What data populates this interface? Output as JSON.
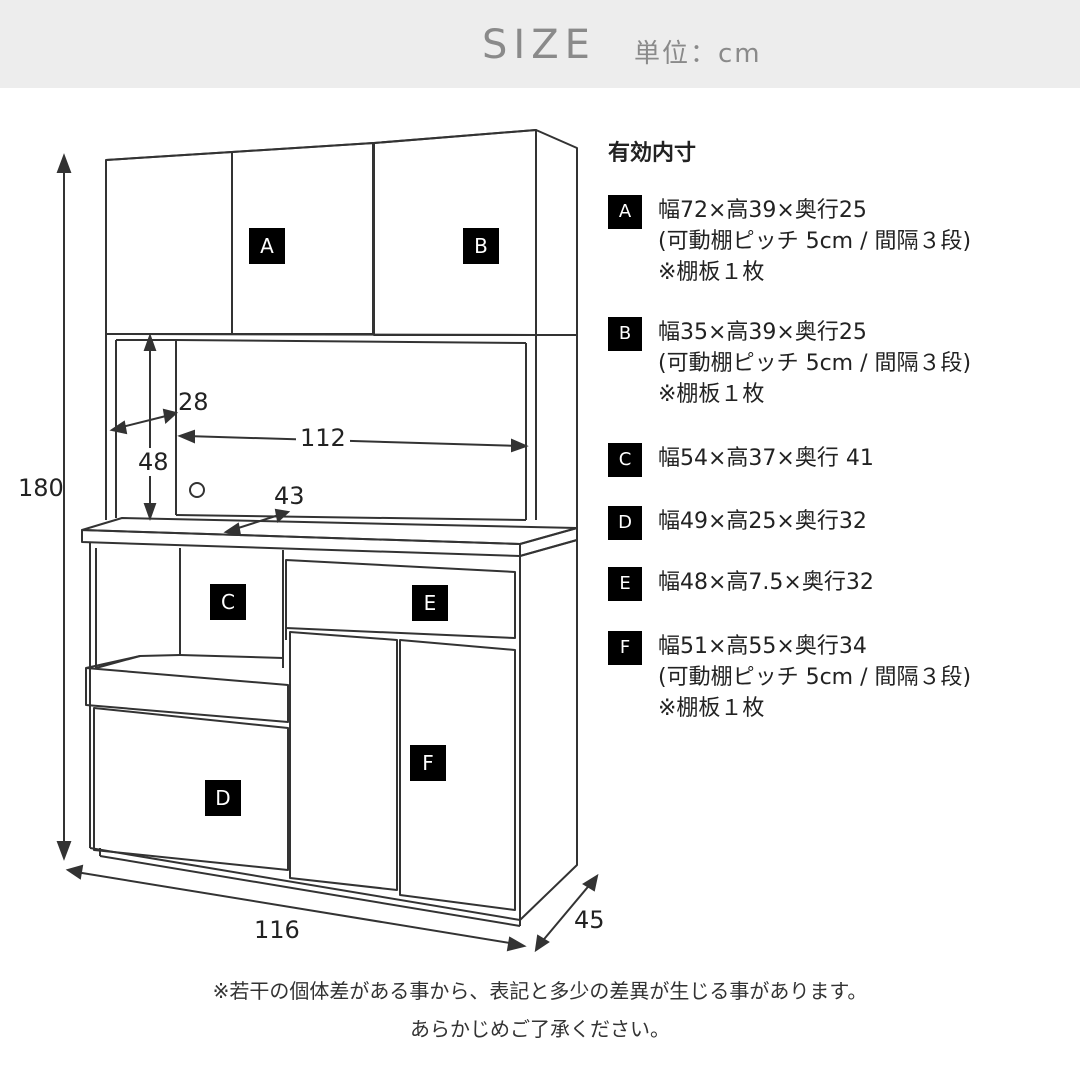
{
  "header": {
    "title": "SIZE",
    "unit": "単位：cm"
  },
  "diagram": {
    "compartments": {
      "A": "A",
      "B": "B",
      "C": "C",
      "D": "D",
      "E": "E",
      "F": "F"
    },
    "dimensions": {
      "total_height": "180",
      "total_width": "116",
      "depth": "45",
      "counter_depth": "28",
      "opening_height": "48",
      "opening_width": "112",
      "counter_inner_depth": "43"
    }
  },
  "specs": {
    "heading": "有効内寸",
    "items": [
      {
        "badge": "A",
        "lines": [
          "幅72×高39×奥行25",
          "(可動棚ピッチ 5cm / 間隔３段)",
          "※棚板１枚"
        ]
      },
      {
        "badge": "B",
        "lines": [
          "幅35×高39×奥行25",
          "(可動棚ピッチ 5cm / 間隔３段)",
          "※棚板１枚"
        ]
      },
      {
        "badge": "C",
        "lines": [
          "幅54×高37×奥行 41"
        ]
      },
      {
        "badge": "D",
        "lines": [
          "幅49×高25×奥行32"
        ]
      },
      {
        "badge": "E",
        "lines": [
          "幅48×高7.5×奥行32"
        ]
      },
      {
        "badge": "F",
        "lines": [
          "幅51×高55×奥行34",
          "(可動棚ピッチ 5cm / 間隔３段)",
          "※棚板１枚"
        ]
      }
    ]
  },
  "footer": {
    "line1": "※若干の個体差がある事から、表記と多少の差異が生じる事があります。",
    "line2": "あらかじめご了承ください。"
  }
}
